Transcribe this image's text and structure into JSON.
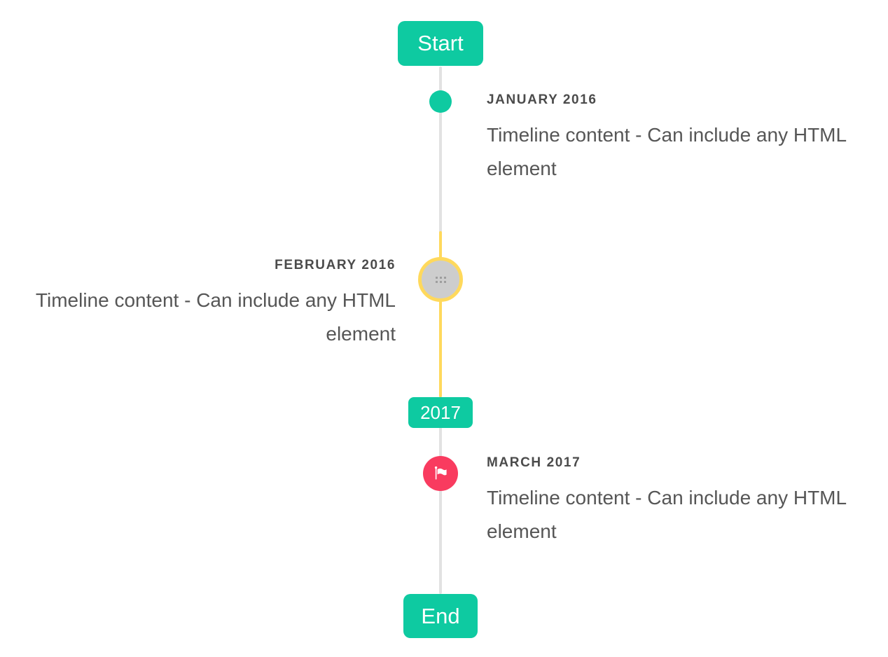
{
  "timeline": {
    "colors": {
      "accent_teal": "#0ECAA1",
      "highlight_yellow": "#FFD95C",
      "flag_red": "#F93B5F",
      "line_gray": "#E2E2E2",
      "handle_gray": "#CDCDCD",
      "title_text": "#4B4B4B",
      "body_text": "#565656"
    },
    "start_label": "Start",
    "end_label": "End",
    "year_badge": "2017",
    "items": [
      {
        "title": "JANUARY 2016",
        "content": "Timeline content - Can include any HTML element",
        "side": "right",
        "marker": "dot"
      },
      {
        "title": "FEBRUARY 2016",
        "content": "Timeline content - Can include any HTML element",
        "side": "left",
        "marker": "drag-handle"
      },
      {
        "title": "MARCH 2017",
        "content": "Timeline content - Can include any HTML element",
        "side": "right",
        "marker": "flag"
      }
    ]
  }
}
